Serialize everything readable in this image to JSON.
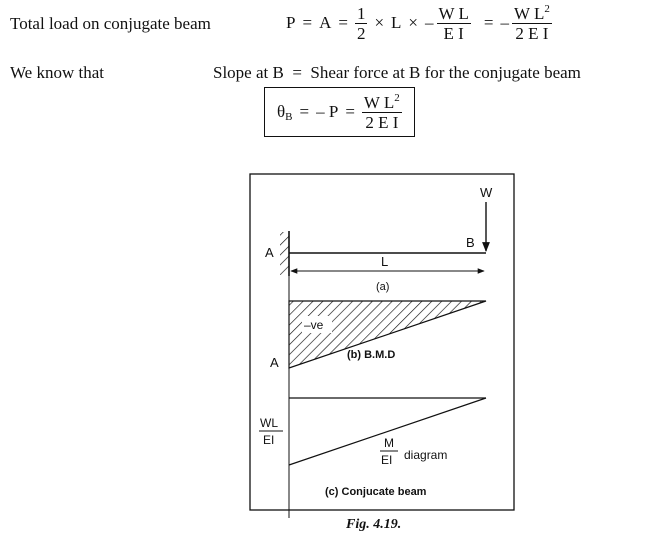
{
  "line1": {
    "label": "Total load on conjugate beam",
    "P": "P",
    "eq": "=",
    "A": "A",
    "half_num": "1",
    "half_den": "2",
    "times": "×",
    "L": "L",
    "times2": "×",
    "minus": "–",
    "frac1_num": "W L",
    "frac1_den": "E I",
    "minus2": "–",
    "frac2_num": "W L",
    "frac2_sup": "2",
    "frac2_den": "2 E I"
  },
  "line2": {
    "label": "We know that",
    "statement": "Slope at B  =  Shear force at B for the conjugate beam"
  },
  "result": {
    "theta": "θ",
    "theta_sub": "B",
    "eq": "=",
    "minusP": "– P",
    "eq2": "=",
    "num": "W L",
    "num_sup": "2",
    "den": "2 E I"
  },
  "figure": {
    "load": "W",
    "point_a_top": "A",
    "point_b": "B",
    "span": "L",
    "caption_a": "(a)",
    "region_sign": "–ve",
    "point_a_bmd": "A",
    "caption_b": "(b) B.M.D",
    "wl_num": "WL",
    "wl_den": "EI",
    "m_num": "M",
    "m_den": "EI",
    "m_label": "diagram",
    "caption_c": "(c) Conjucate beam"
  },
  "fig_caption": "Fig. 4.19."
}
